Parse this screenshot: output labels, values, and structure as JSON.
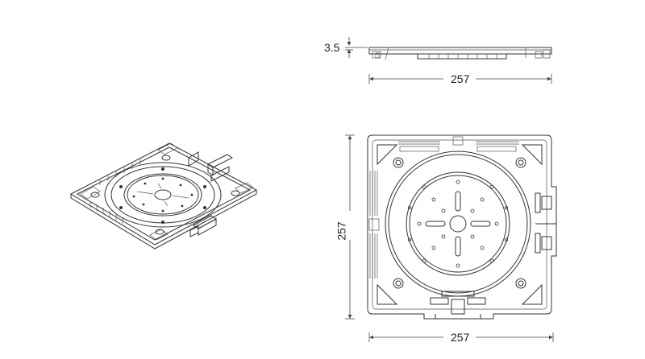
{
  "dimensions": {
    "thickness_label": "3.5",
    "width_label_top": "257",
    "height_label": "257",
    "width_label_bottom": "257"
  }
}
